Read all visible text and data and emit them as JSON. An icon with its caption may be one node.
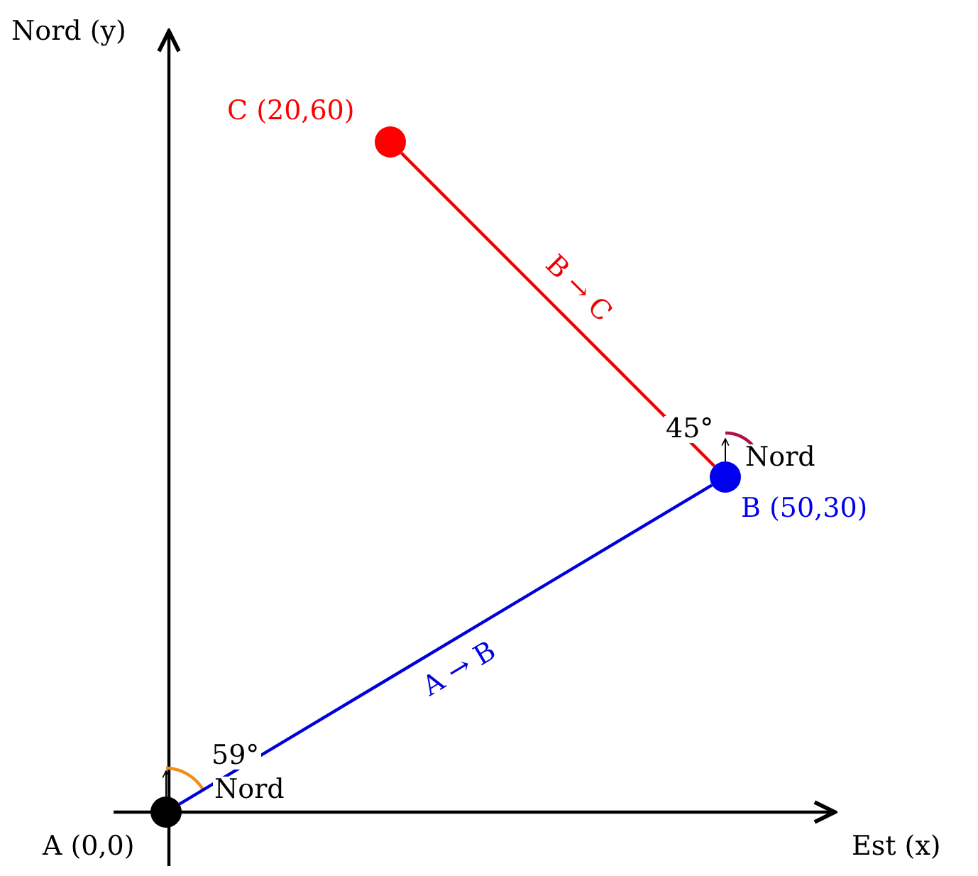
{
  "diagram": {
    "nodes": [
      {
        "text": [],
        "shape": "circle",
        "beside": [
          "A (0,0)"
        ]
      },
      {
        "text": [],
        "shape": "circle",
        "beside": [
          "B (50,30)"
        ]
      },
      {
        "text": [],
        "shape": "circle",
        "beside": [
          "C (20,60)"
        ]
      }
    ],
    "edges": [
      {
        "from": 0,
        "to": 1,
        "arrow": "none",
        "label": "A → B",
        "color": "#0000dd"
      },
      {
        "from": 1,
        "to": 2,
        "arrow": "none",
        "label": "B → C",
        "color": "#ee0000"
      }
    ],
    "labels": [
      "Nord (y)",
      "Est (x)",
      "59°",
      "Nord",
      "45°",
      "Nord"
    ]
  }
}
